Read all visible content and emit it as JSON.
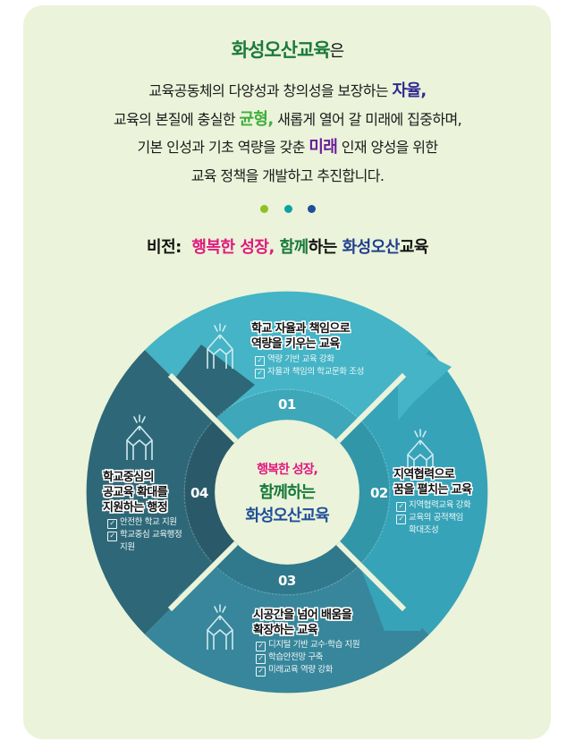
{
  "intro": {
    "title_brand": "화성오산교육",
    "title_suffix": "은",
    "line1_pre": "교육공동체의 다양성과 창의성을 보장하는 ",
    "line1_hl": "자율,",
    "line2_pre": "교육의 본질에 충실한 ",
    "line2_hl": "균형,",
    "line2_post": " 새롭게 열어 갈 미래에 집중하며,",
    "line3_pre": "기본 인성과 기초 역량을 갖춘 ",
    "line3_hl": "미래",
    "line3_post": " 인재 양성을 위한",
    "line4": "교육 정책을 개발하고 추진합니다."
  },
  "dots": {
    "colors": [
      "#8dc21f",
      "#0aa3a3",
      "#1f4f9a"
    ]
  },
  "vision": {
    "label": "비전:",
    "part1": "행복한 성장,",
    "part2": "함께",
    "part3": "하는 ",
    "part4": "화성오산",
    "part5": "교육"
  },
  "center": {
    "line1": "행복한 성장,",
    "line2": "함께하는",
    "line3": "화성오산교육"
  },
  "segments": [
    {
      "number": "01",
      "title_line1": "학교 자율과 책임으로",
      "title_line2": "역량을 키우는 교육",
      "items": [
        "역량 기반 교육 강화",
        "자율과 책임의 학교문화 조성"
      ],
      "color": "#44b4c6"
    },
    {
      "number": "02",
      "title_line1": "지역협력으로",
      "title_line2": "꿈을 펼치는 교육",
      "items": [
        "지역협력교육 강화",
        "교육의 공적책임",
        "확대조성"
      ],
      "color": "#36a3b8"
    },
    {
      "number": "03",
      "title_line1": "시공간을 넘어 배움을",
      "title_line2": "확장하는 교육",
      "items": [
        "디지털 기반 교수·학습 지원",
        "학습안전망 구축",
        "미래교육 역량 강화"
      ],
      "color": "#37869b"
    },
    {
      "number": "04",
      "title_line1": "학교중심의",
      "title_line2": "공교육 확대를",
      "title_line3": "지원하는 행정",
      "items": [
        "안전한 학교 지원",
        "학교중심 교육행정",
        "지원"
      ],
      "color": "#2e6878"
    }
  ],
  "icons": {
    "segment_icon": "pencil-house-icon",
    "check_icon": "checkbox-icon"
  }
}
